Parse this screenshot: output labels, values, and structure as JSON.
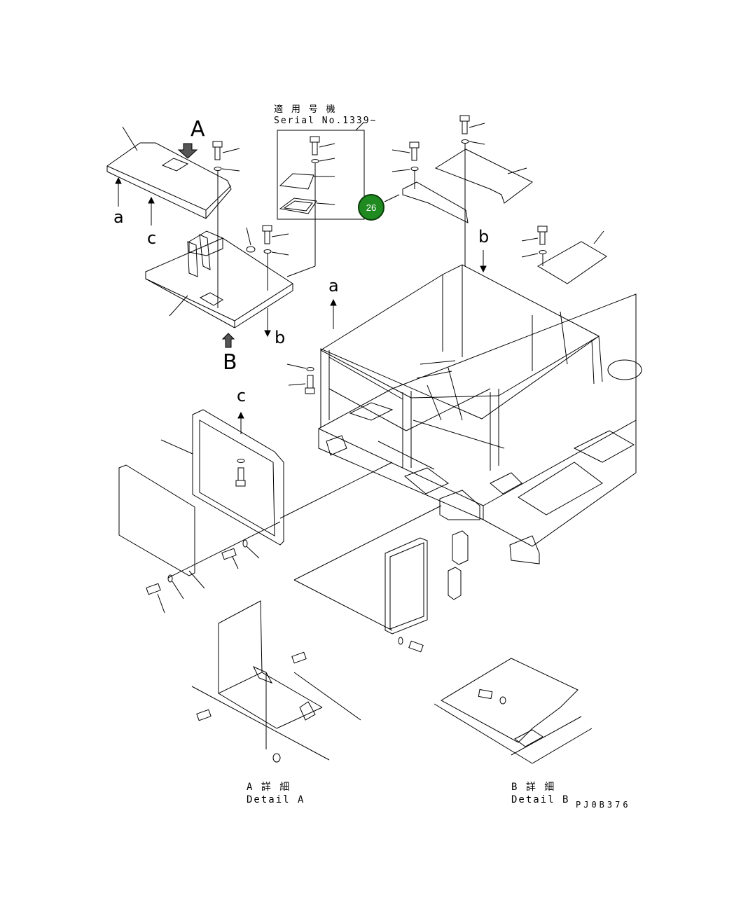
{
  "serial_box": {
    "jp": "適 用 号 機",
    "en": "Serial No.1339~"
  },
  "callout": {
    "number": "26",
    "color": "#1f8a1f"
  },
  "view_labels": {
    "A": "A",
    "B": "B",
    "a_left": "a",
    "c_left": "c",
    "b_arrow": "b",
    "a_frame": "a",
    "b_frame": "b",
    "c_panel": "c"
  },
  "details": {
    "a_jp": "A 詳 細",
    "a_en": "Detail A",
    "b_jp": "B 詳 細",
    "b_en": "Detail B"
  },
  "drawing_code": "PJ0B376"
}
